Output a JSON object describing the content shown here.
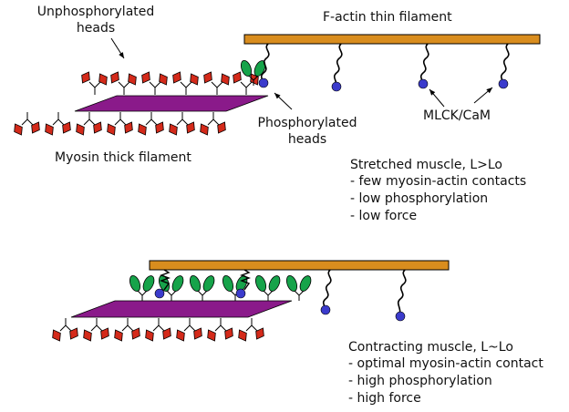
{
  "labels": {
    "unphosphorylated": [
      "Unphosphorylated",
      "heads"
    ],
    "f_actin": "F-actin thin filament",
    "phosphorylated": [
      "Phosphorylated",
      "heads"
    ],
    "mlck": "MLCK/CaM",
    "myosin": "Myosin thick filament"
  },
  "stretched": {
    "title": "Stretched muscle, L>Lo",
    "items": [
      "- few myosin-actin contacts",
      "- low phosphorylation",
      "- low force"
    ]
  },
  "contracting": {
    "title": "Contracting muscle, L~Lo",
    "items": [
      "- optimal myosin-actin contact",
      "- high phosphorylation",
      "- high force"
    ]
  },
  "colors": {
    "actin": "#D98D1E",
    "myosin": "#8A1A8A",
    "unphosphorylated_head": "#D42A1A",
    "phosphorylated_head": "#16A34A",
    "mlck": "#3B3BCC"
  },
  "icons": [
    "unphosphorylated-head-icon",
    "phosphorylated-head-icon",
    "mlck-cam-icon"
  ]
}
